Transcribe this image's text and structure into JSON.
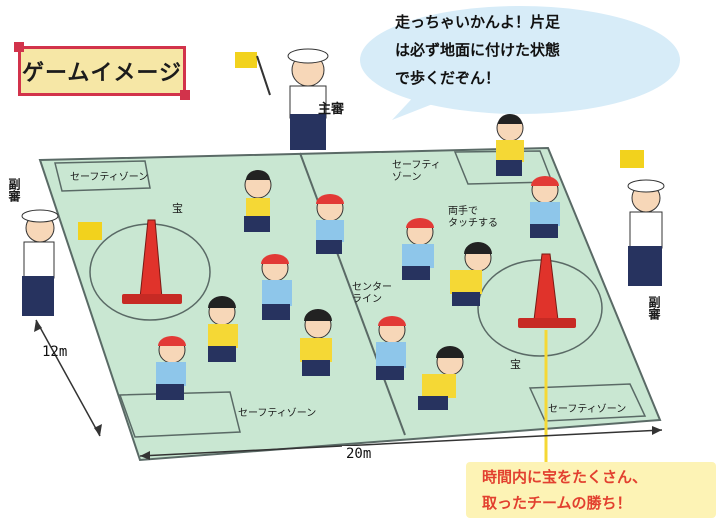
{
  "title": "ゲームイメージ",
  "speech_bubble": "走っちゃいかんよ！片足\nは必ず地面に付けた状態\nで歩くだぞん！",
  "callout": "時間内に宝をたくさん、\n取ったチームの勝ち！",
  "referees": {
    "main": "主審",
    "sub_left": "副審",
    "sub_right": "副審"
  },
  "zones": {
    "safety_top_left": "セーフティゾーン",
    "safety_top_right": "セーフティ\nゾーン",
    "safety_bottom_left": "セーフティゾーン",
    "safety_bottom_right": "セーフティゾーン",
    "center_line": "センター\nライン"
  },
  "labels": {
    "treasure_left": "宝",
    "treasure_right": "宝",
    "touch_note": "両手で\nタッチする"
  },
  "dimensions": {
    "width": "20m",
    "height": "12m"
  },
  "colors": {
    "field": "#c9e7d2",
    "field_border": "#5a6a66",
    "cone": "#e0332b",
    "red_cap": "#e23a36",
    "yellow_shirt": "#f5d835",
    "blue_shirt": "#8ec6ea",
    "navy": "#27335f",
    "bubble": "#d7ecf8",
    "callout": "#fdf3b5",
    "callout_text": "#e2402f"
  }
}
